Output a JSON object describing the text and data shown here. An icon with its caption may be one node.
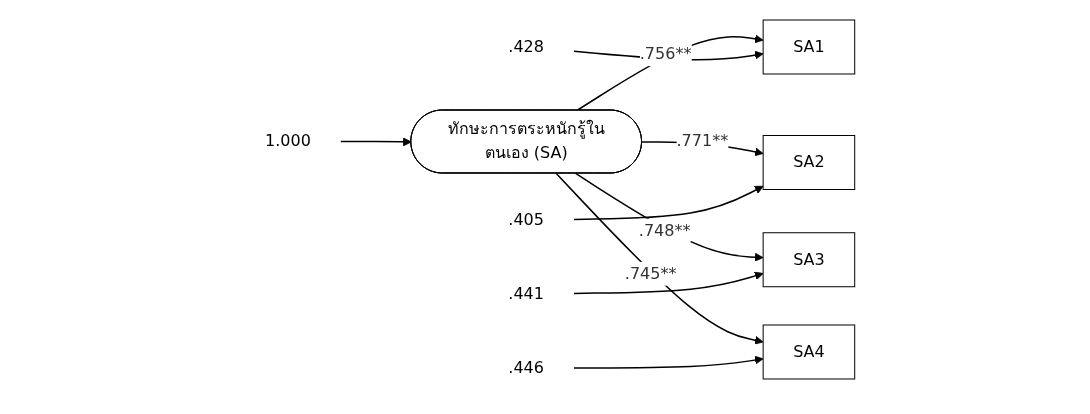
{
  "diagram": {
    "nodes": [
      {
        "text": [
          "1.000"
        ]
      },
      {
        "text": [
          "ทักษะการตระหนักรู้ในตนเอง (SA)"
        ]
      },
      {
        "text": [
          "SA1"
        ]
      },
      {
        "text": [
          ".428"
        ]
      },
      {
        "text": [
          "SA2"
        ]
      },
      {
        "text": [
          ".405"
        ]
      },
      {
        "text": [
          "SA3"
        ]
      },
      {
        "text": [
          ".441"
        ]
      },
      {
        "text": [
          "SA4"
        ]
      },
      {
        "text": [
          ".446"
        ]
      }
    ],
    "edges": [
      {
        "from": 0,
        "to": 1,
        "arrow": "to"
      },
      {
        "from": 1,
        "to": 2,
        "arrow": "to",
        "label": ".756**"
      },
      {
        "from": 1,
        "to": 4,
        "arrow": "to",
        "label": ".771**"
      },
      {
        "from": 1,
        "to": 6,
        "arrow": "to",
        "label": ".748**"
      },
      {
        "from": 1,
        "to": 8,
        "arrow": "to",
        "label": ".745**"
      },
      {
        "from": 3,
        "to": 2,
        "arrow": "to"
      },
      {
        "from": 5,
        "to": 4,
        "arrow": "to"
      },
      {
        "from": 7,
        "to": 6,
        "arrow": "to"
      },
      {
        "from": 9,
        "to": 8,
        "arrow": "to"
      }
    ]
  }
}
